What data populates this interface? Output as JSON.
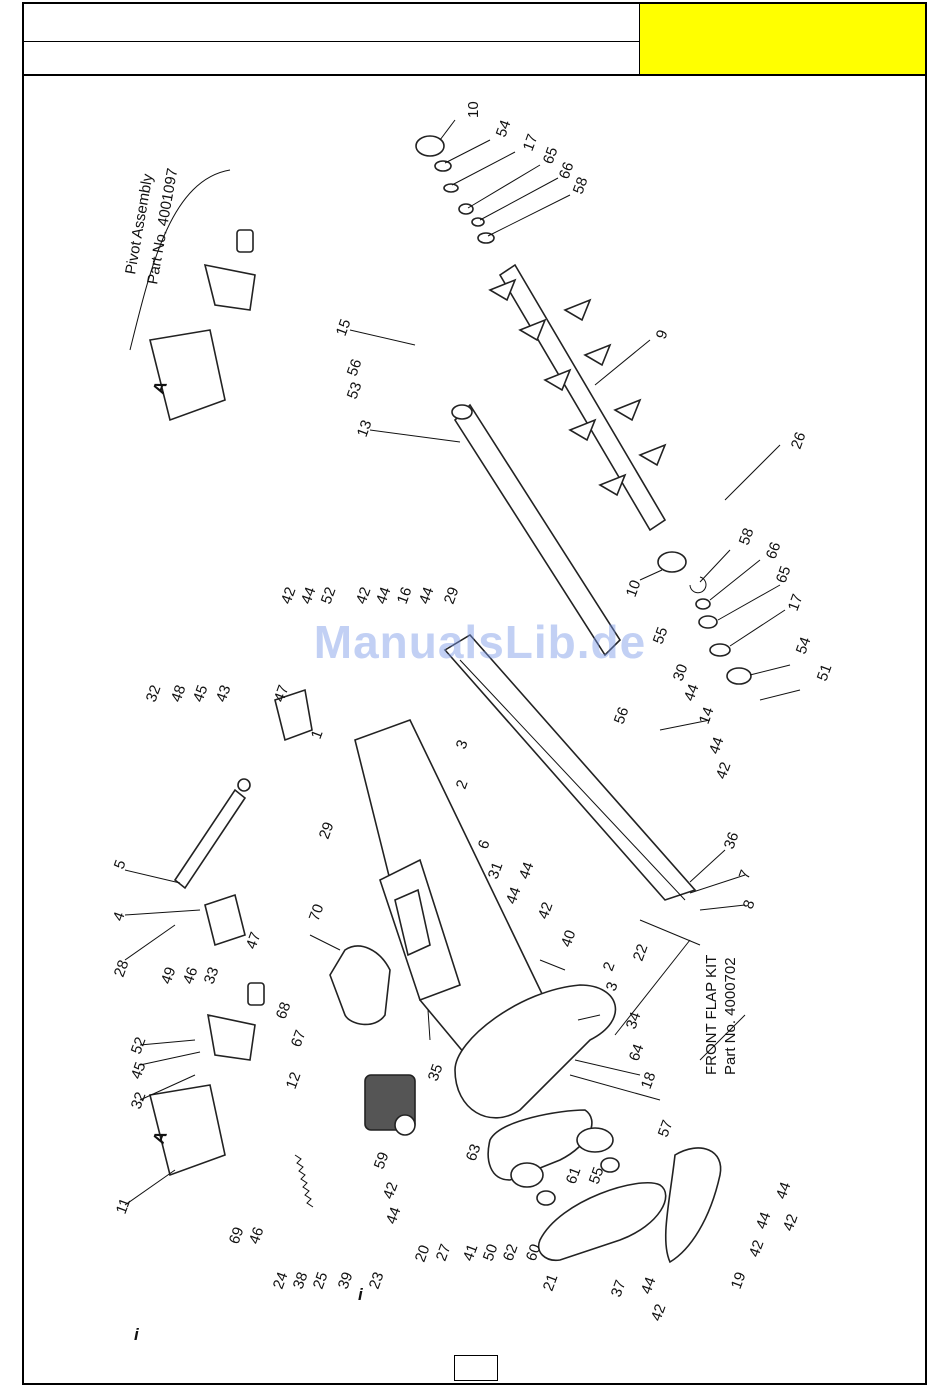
{
  "watermark": "ManualsLib.de",
  "pivot_assembly": {
    "title": "Pivot Assembly",
    "part_no": "Part No. 4001097",
    "marker": "A"
  },
  "front_flap_kit": {
    "title": "FRONT FLAP KIT",
    "part_no": "Part No. 4000702"
  },
  "pivot_marker_2": "A",
  "info_icon_glyph": "i",
  "part_callouts": [
    "10",
    "54",
    "17",
    "65",
    "66",
    "58",
    "15",
    "56",
    "53",
    "13",
    "9",
    "26",
    "10",
    "58",
    "66",
    "65",
    "17",
    "54",
    "51",
    "30",
    "44",
    "14",
    "44",
    "42",
    "56",
    "55",
    "42",
    "44",
    "52",
    "42",
    "44",
    "16",
    "44",
    "29",
    "29",
    "3",
    "2",
    "36",
    "7",
    "8",
    "22",
    "2",
    "3",
    "40",
    "31",
    "44",
    "44",
    "42",
    "6",
    "32",
    "48",
    "45",
    "43",
    "47",
    "1",
    "5",
    "4",
    "28",
    "49",
    "46",
    "33",
    "47",
    "68",
    "67",
    "70",
    "52",
    "45",
    "32",
    "12",
    "11",
    "35",
    "34",
    "64",
    "18",
    "57",
    "61",
    "55",
    "59",
    "42",
    "44",
    "63",
    "20",
    "27",
    "41",
    "50",
    "62",
    "60",
    "21",
    "37",
    "19",
    "44",
    "44",
    "42",
    "42",
    "44",
    "42",
    "69",
    "46",
    "24",
    "38",
    "25",
    "39",
    "23"
  ]
}
